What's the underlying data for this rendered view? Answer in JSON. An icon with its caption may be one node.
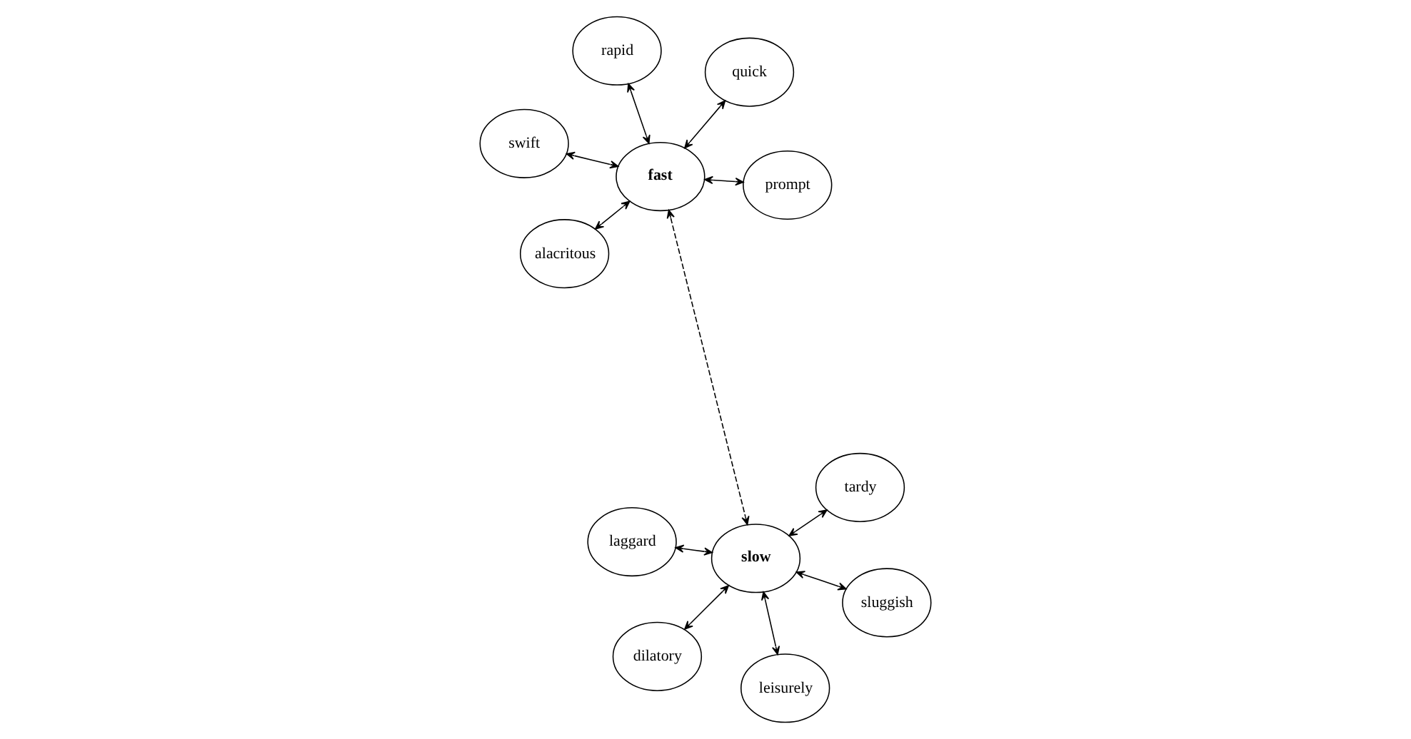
{
  "diagram": {
    "nodes": [
      {
        "text": [
          "swift"
        ]
      },
      {
        "text": [
          "prompt"
        ]
      },
      {
        "text": [
          "alacritous"
        ]
      },
      {
        "text": [
          "fast"
        ]
      },
      {
        "text": [
          "quick"
        ]
      },
      {
        "text": [
          "rapid"
        ]
      },
      {
        "text": [
          "dilatory"
        ]
      },
      {
        "text": [
          "sluggish"
        ]
      },
      {
        "text": [
          "slow"
        ]
      },
      {
        "text": [
          "leisurely"
        ]
      },
      {
        "text": [
          "tardy"
        ]
      },
      {
        "text": [
          "laggard"
        ]
      }
    ],
    "edges": [
      {
        "from": 0,
        "to": 3,
        "arrow": "both"
      },
      {
        "from": 1,
        "to": 3,
        "arrow": "both"
      },
      {
        "from": 2,
        "to": 3,
        "arrow": "both"
      },
      {
        "from": 4,
        "to": 3,
        "arrow": "both"
      },
      {
        "from": 5,
        "to": 3,
        "arrow": "both"
      },
      {
        "from": 3,
        "to": 8,
        "arrow": "both",
        "style": "dashed"
      },
      {
        "from": 6,
        "to": 8,
        "arrow": "both"
      },
      {
        "from": 7,
        "to": 8,
        "arrow": "both"
      },
      {
        "from": 9,
        "to": 8,
        "arrow": "both"
      },
      {
        "from": 10,
        "to": 8,
        "arrow": "both"
      },
      {
        "from": 11,
        "to": 8,
        "arrow": "both"
      }
    ]
  }
}
